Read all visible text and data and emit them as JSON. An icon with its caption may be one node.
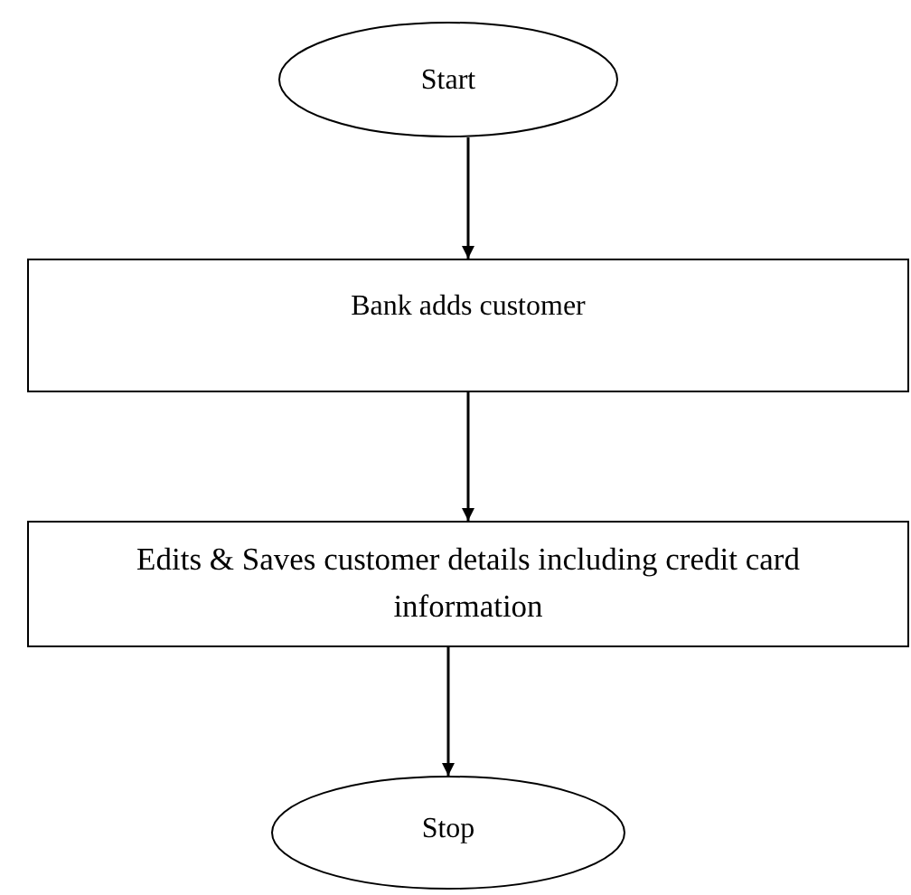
{
  "diagram": {
    "nodes": [
      {
        "text": [
          "Start"
        ]
      },
      {
        "text": [
          "Bank adds customer"
        ]
      },
      {
        "text": [
          "Edits & Saves customer details including credit card information"
        ]
      },
      {
        "text": [
          "Stop"
        ]
      }
    ],
    "edges": [
      {
        "from": 0,
        "to": 1,
        "arrow": "to"
      },
      {
        "from": 1,
        "to": 2,
        "arrow": "to"
      },
      {
        "from": 2,
        "to": 3,
        "arrow": "to"
      }
    ]
  }
}
